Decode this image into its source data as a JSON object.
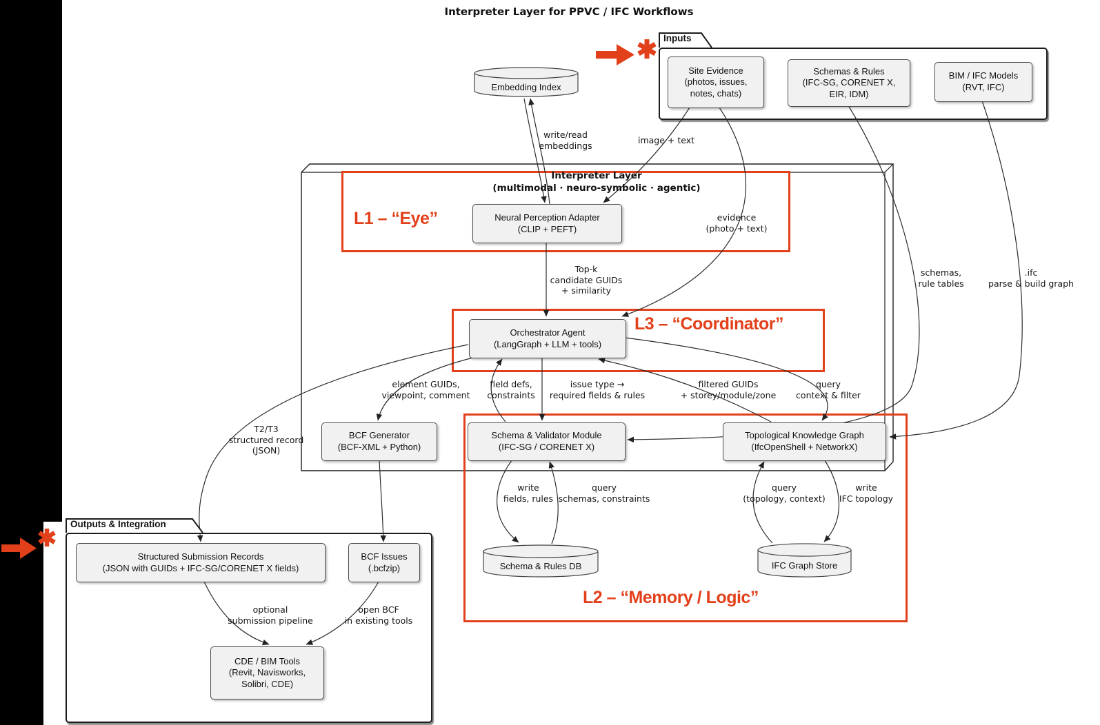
{
  "title": "Interpreter Layer for PPVC / IFC Workflows",
  "colors": {
    "accent_red": "#e2401a",
    "node_fill": "#f1f1f1",
    "line": "#2b2b2b"
  },
  "interpreter_box": {
    "title": "Interpreter Layer",
    "subtitle": "(multimodal · neuro-symbolic · agentic)"
  },
  "layers": {
    "l1": "L1 – “Eye”",
    "l3": "L3 – “Coordinator”",
    "l2": "L2 – “Memory / Logic”"
  },
  "inputs": {
    "tab": "Inputs",
    "site_evidence": "Site Evidence\n(photos, issues,\nnotes, chats)",
    "schemas_rules": "Schemas & Rules\n(IFC-SG, CORENET X,\nEIR, IDM)",
    "bim_models": "BIM / IFC Models\n(RVT, IFC)"
  },
  "outputs": {
    "tab": "Outputs & Integration",
    "ssr": "Structured Submission Records\n(JSON with GUIDs + IFC-SG/CORENET X fields)",
    "bcf_issues": "BCF Issues\n(.bcfzip)",
    "cde": "CDE / BIM Tools\n(Revit, Navisworks,\nSolibri, CDE)"
  },
  "nodes": {
    "embedding_index": "Embedding Index",
    "npa": "Neural Perception Adapter\n(CLIP + PEFT)",
    "orchestrator": "Orchestrator Agent\n(LangGraph + LLM + tools)",
    "bcf_generator": "BCF Generator\n(BCF-XML + Python)",
    "svm": "Schema & Validator Module\n(IFC-SG / CORENET X)",
    "tkg": "Topological Knowledge Graph\n(IfcOpenShell + NetworkX)",
    "schema_db": "Schema & Rules DB",
    "ifc_store": "IFC Graph Store"
  },
  "edge_labels": {
    "write_read": "write/read\nembeddings",
    "image_text": "image + text",
    "evidence": "evidence\n(photo + text)",
    "topk": "Top-k\ncandidate GUIDs\n+ similarity",
    "schemas_tables": "schemas,\nrule tables",
    "ifc_parse": ".ifc\nparse & build graph",
    "element_guids": "element GUIDs,\nviewpoint, comment",
    "field_defs": "field defs,\nconstraints",
    "issue_type": "issue type →\nrequired fields & rules",
    "filtered_guids": "filtered GUIDs\n+ storey/module/zone",
    "query_context": "query\ncontext & filter",
    "t2t3": "T2/T3\nstructured record\n(JSON)",
    "write_fields": "write\nfields, rules",
    "query_schemas": "query\nschemas, constraints",
    "query_topology": "query\n(topology, context)",
    "write_topology": "write\nIFC topology",
    "optional_pipeline": "optional\nsubmission pipeline",
    "open_bcf": "open BCF\nin existing tools"
  }
}
